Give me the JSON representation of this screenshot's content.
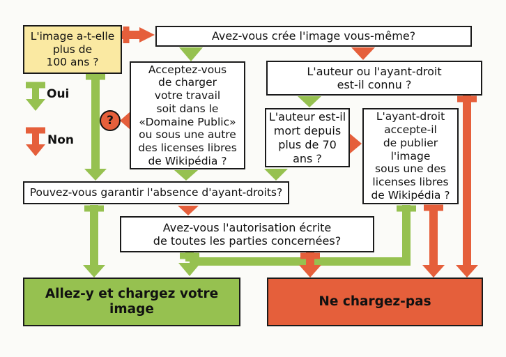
{
  "colors": {
    "green": "#96C150",
    "red": "#E55F3B",
    "yellow": "#FAE9A2",
    "box_border": "#1A1A1A",
    "background": "#FBFBF8"
  },
  "legend": {
    "yes_label": "Oui",
    "no_label": "Non"
  },
  "question_badge": {
    "label": "?"
  },
  "nodes": {
    "age": {
      "text": "L'image a-t-elle\nplus de\n100 ans ?"
    },
    "self_made": {
      "text": "Avez-vous crée l'image vous-même?"
    },
    "license_self": {
      "text": "Acceptez-vous\nde charger\nvotre travail\nsoit dans le\n«Domaine Public»\nou sous une autre\ndes licenses libres\nde Wikipédia ?"
    },
    "author_known": {
      "text": "L'auteur ou l'ayant-droit\nest-il connu ?"
    },
    "dead_70": {
      "text": "L'auteur est-il\nmort depuis\nplus de 70\nans ?"
    },
    "rights_holder": {
      "text": "L'ayant-droit\naccepte-il\nde publier\nl'image\nsous une des\nlicenses libres\nde Wikipédia ?"
    },
    "guarantee": {
      "text": "Pouvez-vous garantir l'absence d'ayant-droits?"
    },
    "authorization": {
      "text": "Avez-vous l'autorisation écrite\nde toutes les parties concernées?"
    },
    "upload_yes": {
      "text": "Allez-y et chargez votre image"
    },
    "upload_no": {
      "text": "Ne chargez-pas"
    }
  }
}
